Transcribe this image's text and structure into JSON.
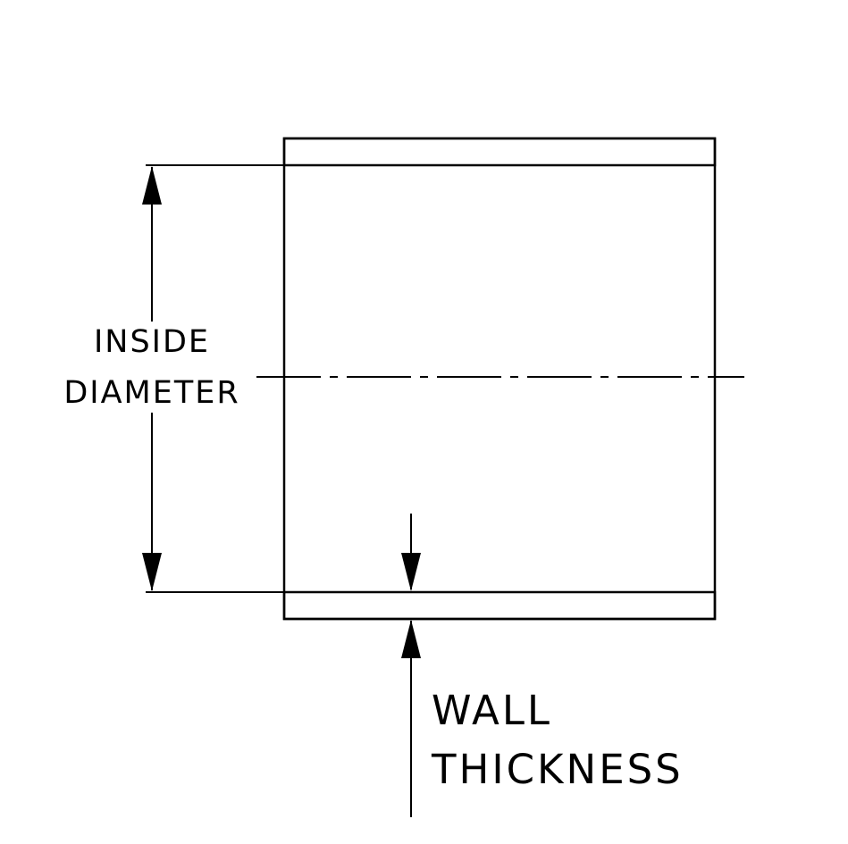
{
  "diagram": {
    "labels": {
      "inside_line1": "INSIDE",
      "inside_line2": "DIAMETER",
      "wall_line1": "WALL",
      "wall_line2": "THICKNESS"
    },
    "colors": {
      "ink": "#000000",
      "background": "#ffffff"
    }
  }
}
